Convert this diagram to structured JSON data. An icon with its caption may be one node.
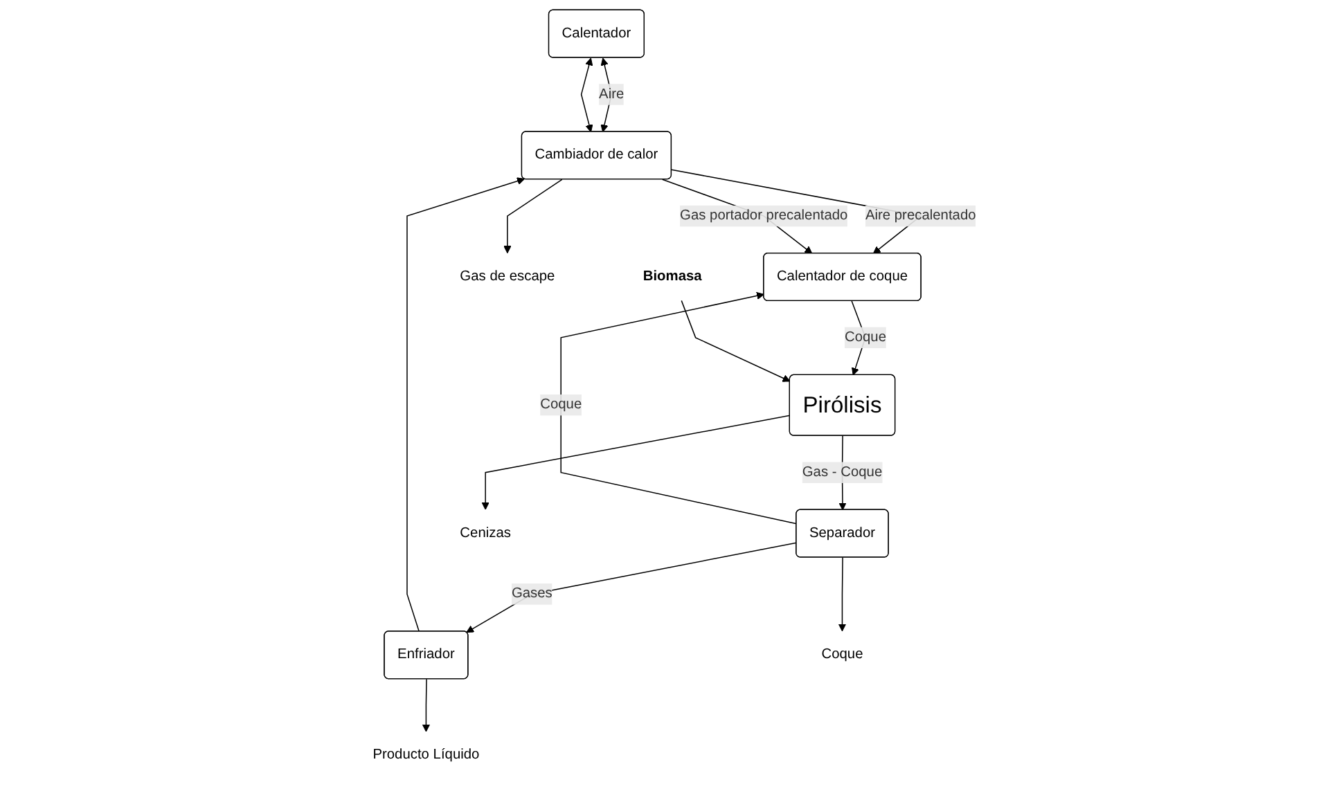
{
  "diagram": {
    "nodes": [
      {
        "text": [
          "Calentador"
        ]
      },
      {
        "text": [
          "Separador"
        ]
      },
      {
        "text": [
          "Enfriador"
        ]
      },
      {
        "text": [
          "Cambiador de calor"
        ]
      },
      {
        "text": [
          "Pirólisis"
        ]
      },
      {
        "text": [
          "Calentador de coque"
        ]
      },
      {
        "text": [
          "Producto Líquido"
        ]
      },
      {
        "text": [
          "Coque"
        ]
      },
      {
        "text": [
          "Cenizas"
        ]
      },
      {
        "text": [
          "Gas de escape"
        ]
      },
      {
        "text": [
          "Biomasa"
        ]
      }
    ],
    "edges": [
      {
        "from": 4,
        "to": 1,
        "arrow": "to",
        "label": "Gas - Coque"
      },
      {
        "from": 1,
        "to": 2,
        "arrow": "to",
        "label": "Gases"
      },
      {
        "from": 2,
        "to": 3,
        "arrow": "to"
      },
      {
        "from": 0,
        "to": 3,
        "arrow": "both",
        "label": "Aire"
      },
      {
        "from": 0,
        "to": 3,
        "arrow": "both"
      },
      {
        "from": 2,
        "to": 6,
        "arrow": "to"
      },
      {
        "from": 1,
        "to": 5,
        "arrow": "to",
        "label": "Coque"
      },
      {
        "from": 1,
        "to": 7,
        "arrow": "to"
      },
      {
        "from": 4,
        "to": 8,
        "arrow": "to"
      },
      {
        "from": 5,
        "to": 4,
        "arrow": "to",
        "label": "Coque"
      },
      {
        "from": 10,
        "to": 4,
        "arrow": "to"
      },
      {
        "from": 3,
        "to": 9,
        "arrow": "to"
      },
      {
        "from": 3,
        "to": 5,
        "arrow": "to",
        "label": "Aire precalentado"
      },
      {
        "from": 3,
        "to": 5,
        "arrow": "to",
        "label": "Gas portador precalentado"
      }
    ]
  }
}
